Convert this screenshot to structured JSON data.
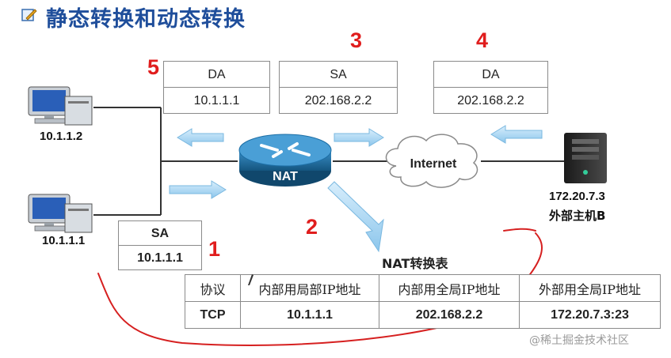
{
  "title": "静态转换和动态转换",
  "step_numbers": {
    "n1": "1",
    "n2": "2",
    "n3": "3",
    "n4": "4",
    "n5": "5"
  },
  "packet5": {
    "header": "DA",
    "value": "10.1.1.1"
  },
  "packet3": {
    "header": "SA",
    "value": "202.168.2.2"
  },
  "packet4": {
    "header": "DA",
    "value": "202.168.2.2"
  },
  "packet1": {
    "header": "SA",
    "value": "10.1.1.1"
  },
  "hosts": {
    "top": "10.1.1.2",
    "bottom": "10.1.1.1",
    "server_ip": "172.20.7.3",
    "server_name": "外部主机B"
  },
  "router_label": "NAT",
  "cloud_label": "Internet",
  "nat_table": {
    "title": "NAT转换表",
    "headers": [
      "协议",
      "内部用局部IP地址",
      "内部用全局IP地址",
      "外部用全局IP地址"
    ],
    "row": [
      "TCP",
      "10.1.1.1",
      "202.168.2.2",
      "172.20.7.3:23"
    ]
  },
  "watermark": "@稀土掘金技术社区",
  "colors": {
    "title": "#1f4e9b",
    "numbers": "#e01d1d",
    "arrow": "#9fd0f0",
    "router": "#1d6fa6",
    "annotation": "#d62020"
  }
}
